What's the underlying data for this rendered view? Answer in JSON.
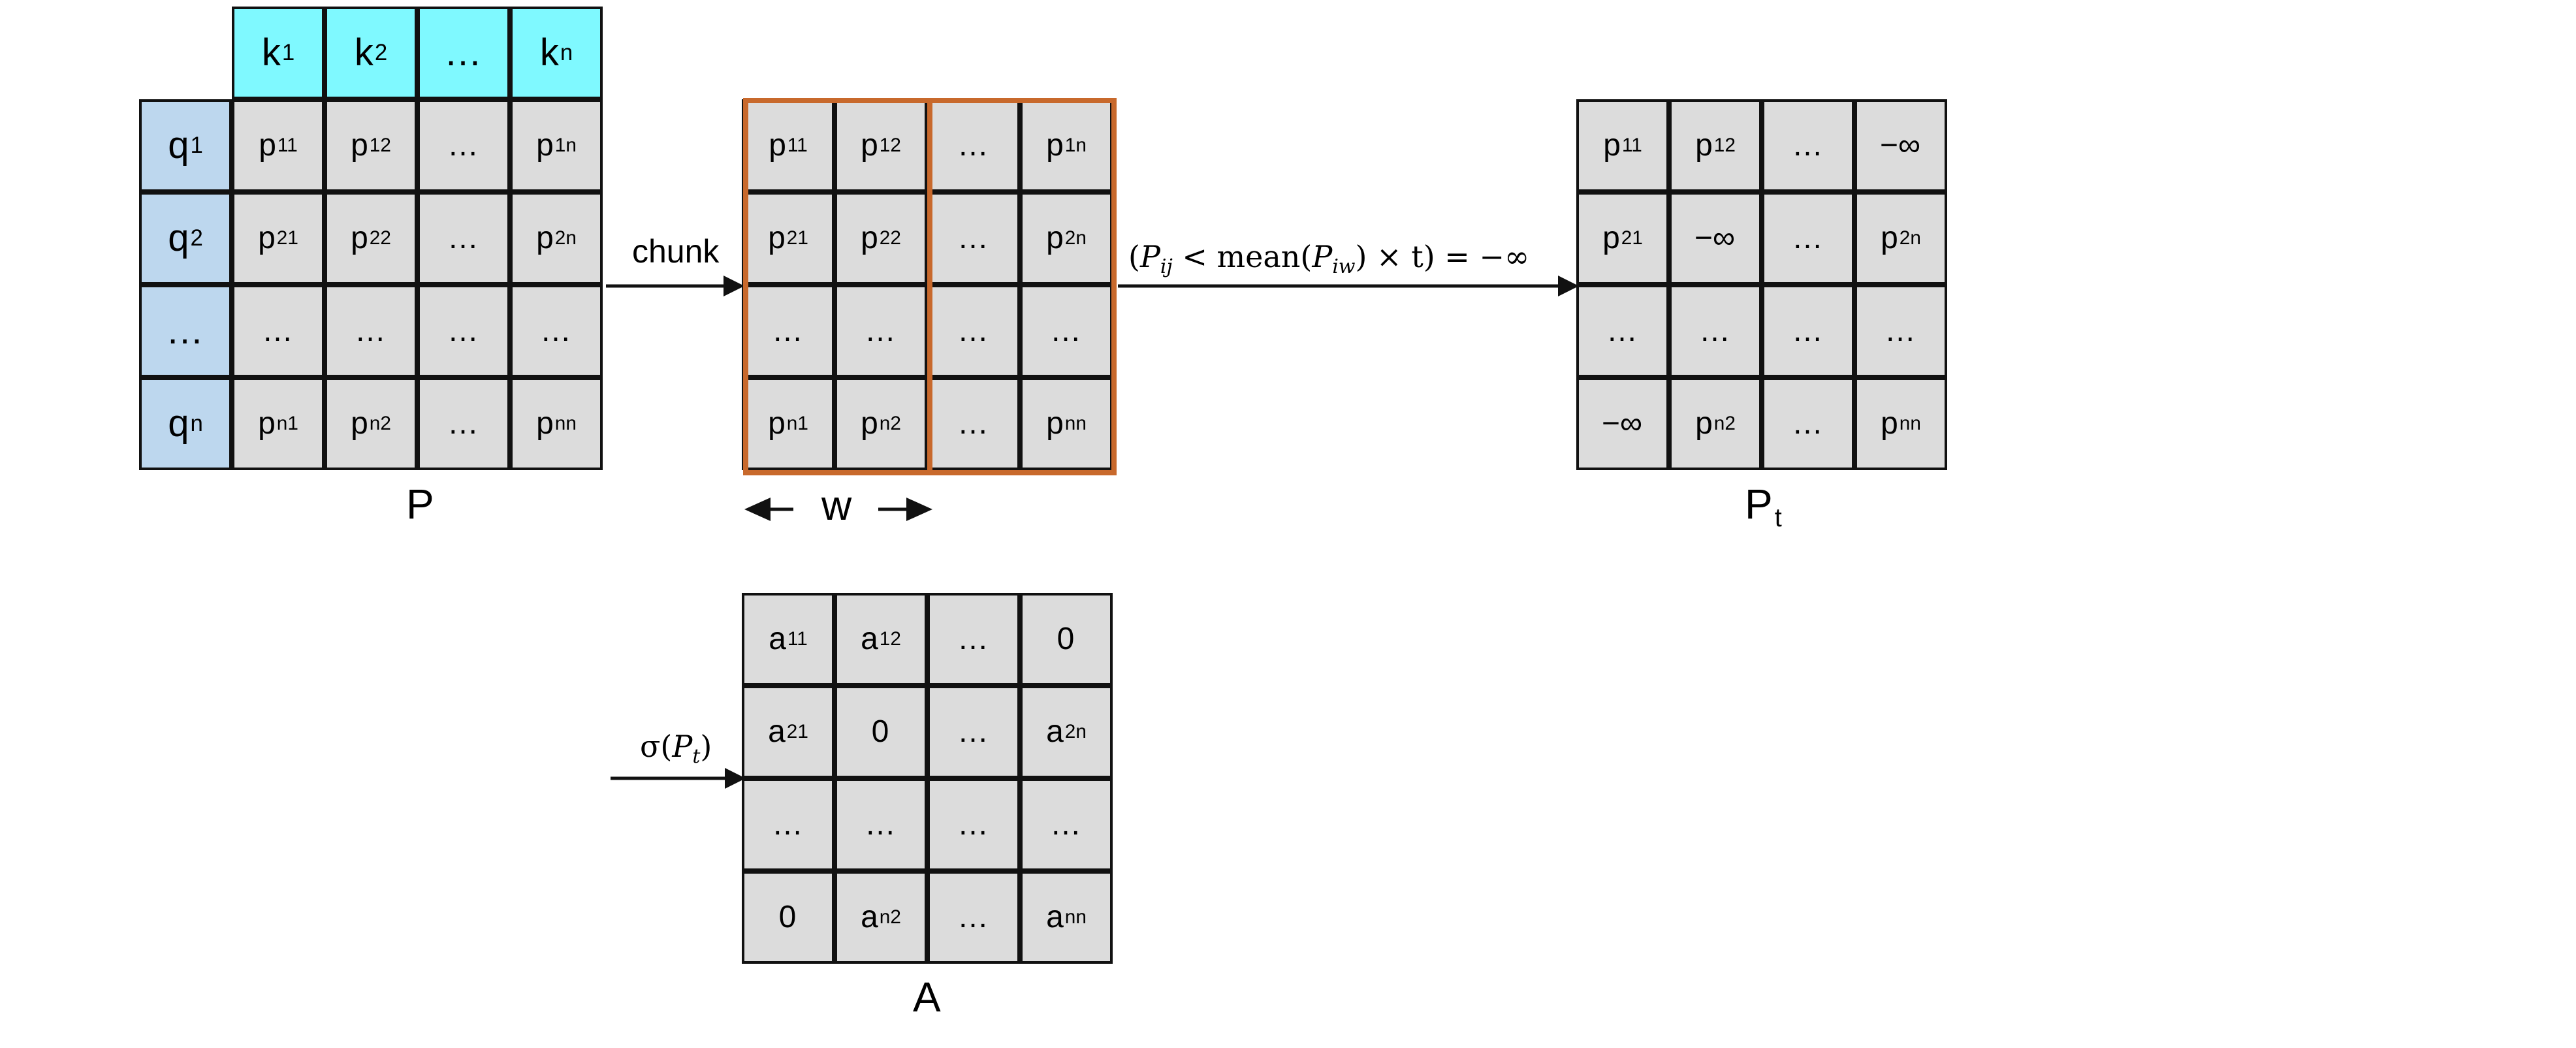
{
  "matrix_p": {
    "label": "P",
    "label_sub": "",
    "keys": [
      {
        "base": "k",
        "sub": "1"
      },
      {
        "base": "k",
        "sub": "2"
      },
      {
        "base": "…",
        "sub": ""
      },
      {
        "base": "k",
        "sub": "n"
      }
    ],
    "queries": [
      {
        "base": "q",
        "sub": "1"
      },
      {
        "base": "q",
        "sub": "2"
      },
      {
        "base": "…",
        "sub": ""
      },
      {
        "base": "q",
        "sub": "n"
      }
    ],
    "rows": [
      [
        {
          "base": "p",
          "sub": "11"
        },
        {
          "base": "p",
          "sub": "12"
        },
        {
          "base": "…",
          "sub": ""
        },
        {
          "base": "p",
          "sub": "1n"
        }
      ],
      [
        {
          "base": "p",
          "sub": "21"
        },
        {
          "base": "p",
          "sub": "22"
        },
        {
          "base": "…",
          "sub": ""
        },
        {
          "base": "p",
          "sub": "2n"
        }
      ],
      [
        {
          "base": "…",
          "sub": ""
        },
        {
          "base": "…",
          "sub": ""
        },
        {
          "base": "…",
          "sub": ""
        },
        {
          "base": "…",
          "sub": ""
        }
      ],
      [
        {
          "base": "p",
          "sub": "n1"
        },
        {
          "base": "p",
          "sub": "n2"
        },
        {
          "base": "…",
          "sub": ""
        },
        {
          "base": "p",
          "sub": "nn"
        }
      ]
    ]
  },
  "matrix_chunk": {
    "rows": [
      [
        {
          "base": "p",
          "sub": "11"
        },
        {
          "base": "p",
          "sub": "12"
        },
        {
          "base": "…",
          "sub": ""
        },
        {
          "base": "p",
          "sub": "1n"
        }
      ],
      [
        {
          "base": "p",
          "sub": "21"
        },
        {
          "base": "p",
          "sub": "22"
        },
        {
          "base": "…",
          "sub": ""
        },
        {
          "base": "p",
          "sub": "2n"
        }
      ],
      [
        {
          "base": "…",
          "sub": ""
        },
        {
          "base": "…",
          "sub": ""
        },
        {
          "base": "…",
          "sub": ""
        },
        {
          "base": "…",
          "sub": ""
        }
      ],
      [
        {
          "base": "p",
          "sub": "n1"
        },
        {
          "base": "p",
          "sub": "n2"
        },
        {
          "base": "…",
          "sub": ""
        },
        {
          "base": "p",
          "sub": "nn"
        }
      ]
    ],
    "window_label": "w"
  },
  "matrix_pt": {
    "label": "P",
    "label_sub": "t",
    "rows": [
      [
        {
          "base": "p",
          "sub": "11"
        },
        {
          "base": "p",
          "sub": "12"
        },
        {
          "base": "…",
          "sub": ""
        },
        {
          "base": "−∞",
          "sub": ""
        }
      ],
      [
        {
          "base": "p",
          "sub": "21"
        },
        {
          "base": "−∞",
          "sub": ""
        },
        {
          "base": "…",
          "sub": ""
        },
        {
          "base": "p",
          "sub": "2n"
        }
      ],
      [
        {
          "base": "…",
          "sub": ""
        },
        {
          "base": "…",
          "sub": ""
        },
        {
          "base": "…",
          "sub": ""
        },
        {
          "base": "…",
          "sub": ""
        }
      ],
      [
        {
          "base": "−∞",
          "sub": ""
        },
        {
          "base": "p",
          "sub": "n2"
        },
        {
          "base": "…",
          "sub": ""
        },
        {
          "base": "p",
          "sub": "nn"
        }
      ]
    ]
  },
  "matrix_a": {
    "label": "A",
    "label_sub": "",
    "rows": [
      [
        {
          "base": "a",
          "sub": "11"
        },
        {
          "base": "a",
          "sub": "12"
        },
        {
          "base": "…",
          "sub": ""
        },
        {
          "base": "0",
          "sub": ""
        }
      ],
      [
        {
          "base": "a",
          "sub": "21"
        },
        {
          "base": "0",
          "sub": ""
        },
        {
          "base": "…",
          "sub": ""
        },
        {
          "base": "a",
          "sub": "2n"
        }
      ],
      [
        {
          "base": "…",
          "sub": ""
        },
        {
          "base": "…",
          "sub": ""
        },
        {
          "base": "…",
          "sub": ""
        },
        {
          "base": "…",
          "sub": ""
        }
      ],
      [
        {
          "base": "0",
          "sub": ""
        },
        {
          "base": "a",
          "sub": "n2"
        },
        {
          "base": "…",
          "sub": ""
        },
        {
          "base": "a",
          "sub": "nn"
        }
      ]
    ]
  },
  "arrows": {
    "chunk_label": "chunk",
    "threshold_formula": {
      "open": "(",
      "p_var": "P",
      "p_sub": "ij",
      "lt": " < ",
      "mean": "mean(",
      "piw_var": "P",
      "piw_sub": "iw",
      "close": ") × t) = −∞"
    },
    "softmax_label": {
      "sigma": "σ(",
      "var": "P",
      "sub": "t",
      "close": ")"
    }
  },
  "colors": {
    "cell_fill": "#dcdcdc",
    "key_fill": "#7ff9ff",
    "query_fill": "#bdd7ee",
    "chunk_border": "#c8692c",
    "line": "#111111"
  }
}
